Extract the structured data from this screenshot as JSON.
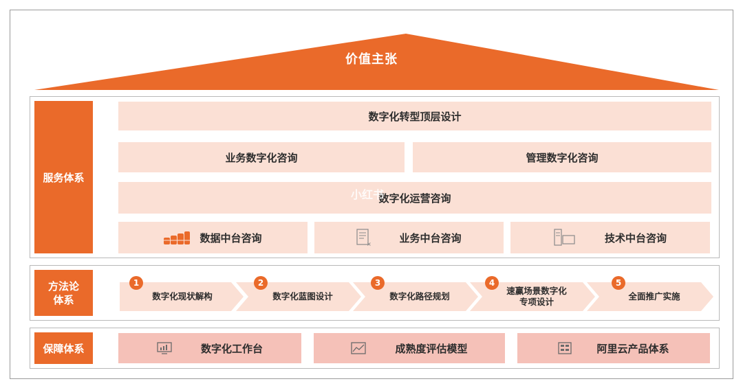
{
  "roof": {
    "title": "价值主张"
  },
  "service": {
    "label": "服务体系",
    "top": "数字化转型顶层设计",
    "row2": [
      "业务数字化咨询",
      "管理数字化咨询"
    ],
    "row3": "数字化运营咨询",
    "row4": [
      {
        "label": "数据中台咨询",
        "icon": "database-coins-icon"
      },
      {
        "label": "业务中台咨询",
        "icon": "document-icon"
      },
      {
        "label": "技术中台咨询",
        "icon": "server-screen-icon"
      }
    ]
  },
  "methodology": {
    "label_line1": "方法论",
    "label_line2": "体系",
    "steps": [
      {
        "num": "1",
        "line1": "数字化现状解构",
        "line2": ""
      },
      {
        "num": "2",
        "line1": "数字化蓝图设计",
        "line2": ""
      },
      {
        "num": "3",
        "line1": "数字化路径规划",
        "line2": ""
      },
      {
        "num": "4",
        "line1": "速赢场景数字化",
        "line2": "专项设计"
      },
      {
        "num": "5",
        "line1": "全面推广实施",
        "line2": ""
      }
    ]
  },
  "guarantee": {
    "label": "保障体系",
    "items": [
      {
        "label": "数字化工作台",
        "icon": "monitor-chart-icon"
      },
      {
        "label": "成熟度评估模型",
        "icon": "line-chart-icon"
      },
      {
        "label": "阿里云产品体系",
        "icon": "product-grid-icon"
      }
    ]
  },
  "watermark": "小红书",
  "colors": {
    "accent": "#ea6a2a",
    "light_box": "#fbe0d5",
    "pink_box": "#f5c1b8"
  }
}
